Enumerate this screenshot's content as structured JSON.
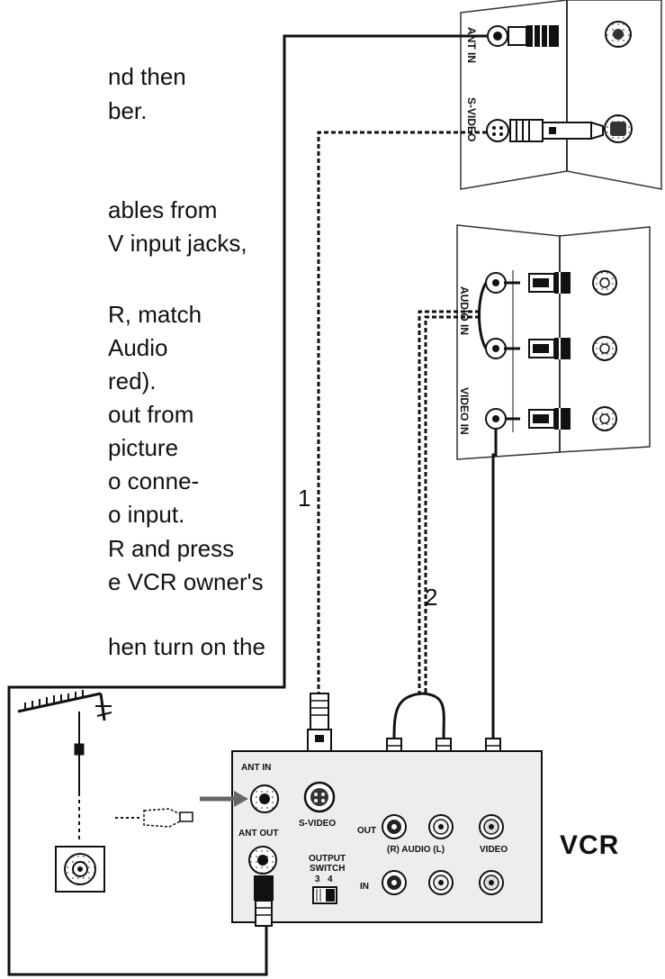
{
  "instructions": {
    "lines": [
      "nd then",
      "ber.",
      "ables from",
      "V input jacks,",
      "R, match",
      "Audio",
      "red).",
      "out from",
      "picture",
      "o conne-",
      "o input.",
      "R and press",
      "e VCR owner's",
      "hen turn on the"
    ]
  },
  "callouts": {
    "one": "1",
    "two": "2"
  },
  "tv_panel": {
    "ant_in": "ANT IN",
    "s_video": "S-VIDEO",
    "audio_in": "AUDIO IN",
    "video_in": "VIDEO IN"
  },
  "vcr": {
    "title": "VCR",
    "ant_in": "ANT IN",
    "ant_out": "ANT OUT",
    "s_video": "S-VIDEO",
    "out": "OUT",
    "in": "IN",
    "audio": "(R) AUDIO (L)",
    "video": "VIDEO",
    "output": "OUTPUT",
    "switch": "SWITCH",
    "ch3": "3",
    "ch4": "4"
  }
}
